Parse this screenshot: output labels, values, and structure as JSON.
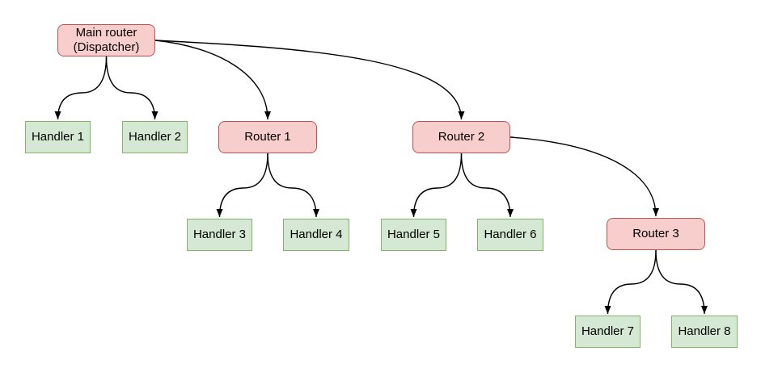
{
  "diagram": {
    "nodes": [
      {
        "id": "main-router",
        "label": "Main router\n(Dispatcher)",
        "type": "router"
      },
      {
        "id": "handler-1",
        "label": "Handler 1",
        "type": "handler"
      },
      {
        "id": "handler-2",
        "label": "Handler 2",
        "type": "handler"
      },
      {
        "id": "router-1",
        "label": "Router 1",
        "type": "router"
      },
      {
        "id": "router-2",
        "label": "Router 2",
        "type": "router"
      },
      {
        "id": "handler-3",
        "label": "Handler 3",
        "type": "handler"
      },
      {
        "id": "handler-4",
        "label": "Handler 4",
        "type": "handler"
      },
      {
        "id": "handler-5",
        "label": "Handler 5",
        "type": "handler"
      },
      {
        "id": "handler-6",
        "label": "Handler 6",
        "type": "handler"
      },
      {
        "id": "router-3",
        "label": "Router 3",
        "type": "router"
      },
      {
        "id": "handler-7",
        "label": "Handler 7",
        "type": "handler"
      },
      {
        "id": "handler-8",
        "label": "Handler 8",
        "type": "handler"
      }
    ],
    "edges": [
      {
        "from": "main-router",
        "to": "handler-1"
      },
      {
        "from": "main-router",
        "to": "handler-2"
      },
      {
        "from": "main-router",
        "to": "router-1"
      },
      {
        "from": "main-router",
        "to": "router-2"
      },
      {
        "from": "router-1",
        "to": "handler-3"
      },
      {
        "from": "router-1",
        "to": "handler-4"
      },
      {
        "from": "router-2",
        "to": "handler-5"
      },
      {
        "from": "router-2",
        "to": "handler-6"
      },
      {
        "from": "router-2",
        "to": "router-3"
      },
      {
        "from": "router-3",
        "to": "handler-7"
      },
      {
        "from": "router-3",
        "to": "handler-8"
      }
    ]
  },
  "colors": {
    "router_fill": "#f8cecc",
    "router_stroke": "#b85450",
    "handler_fill": "#d5e8d4",
    "handler_stroke": "#82b366",
    "edge": "#000000",
    "text": "#000000",
    "background": "#ffffff"
  }
}
